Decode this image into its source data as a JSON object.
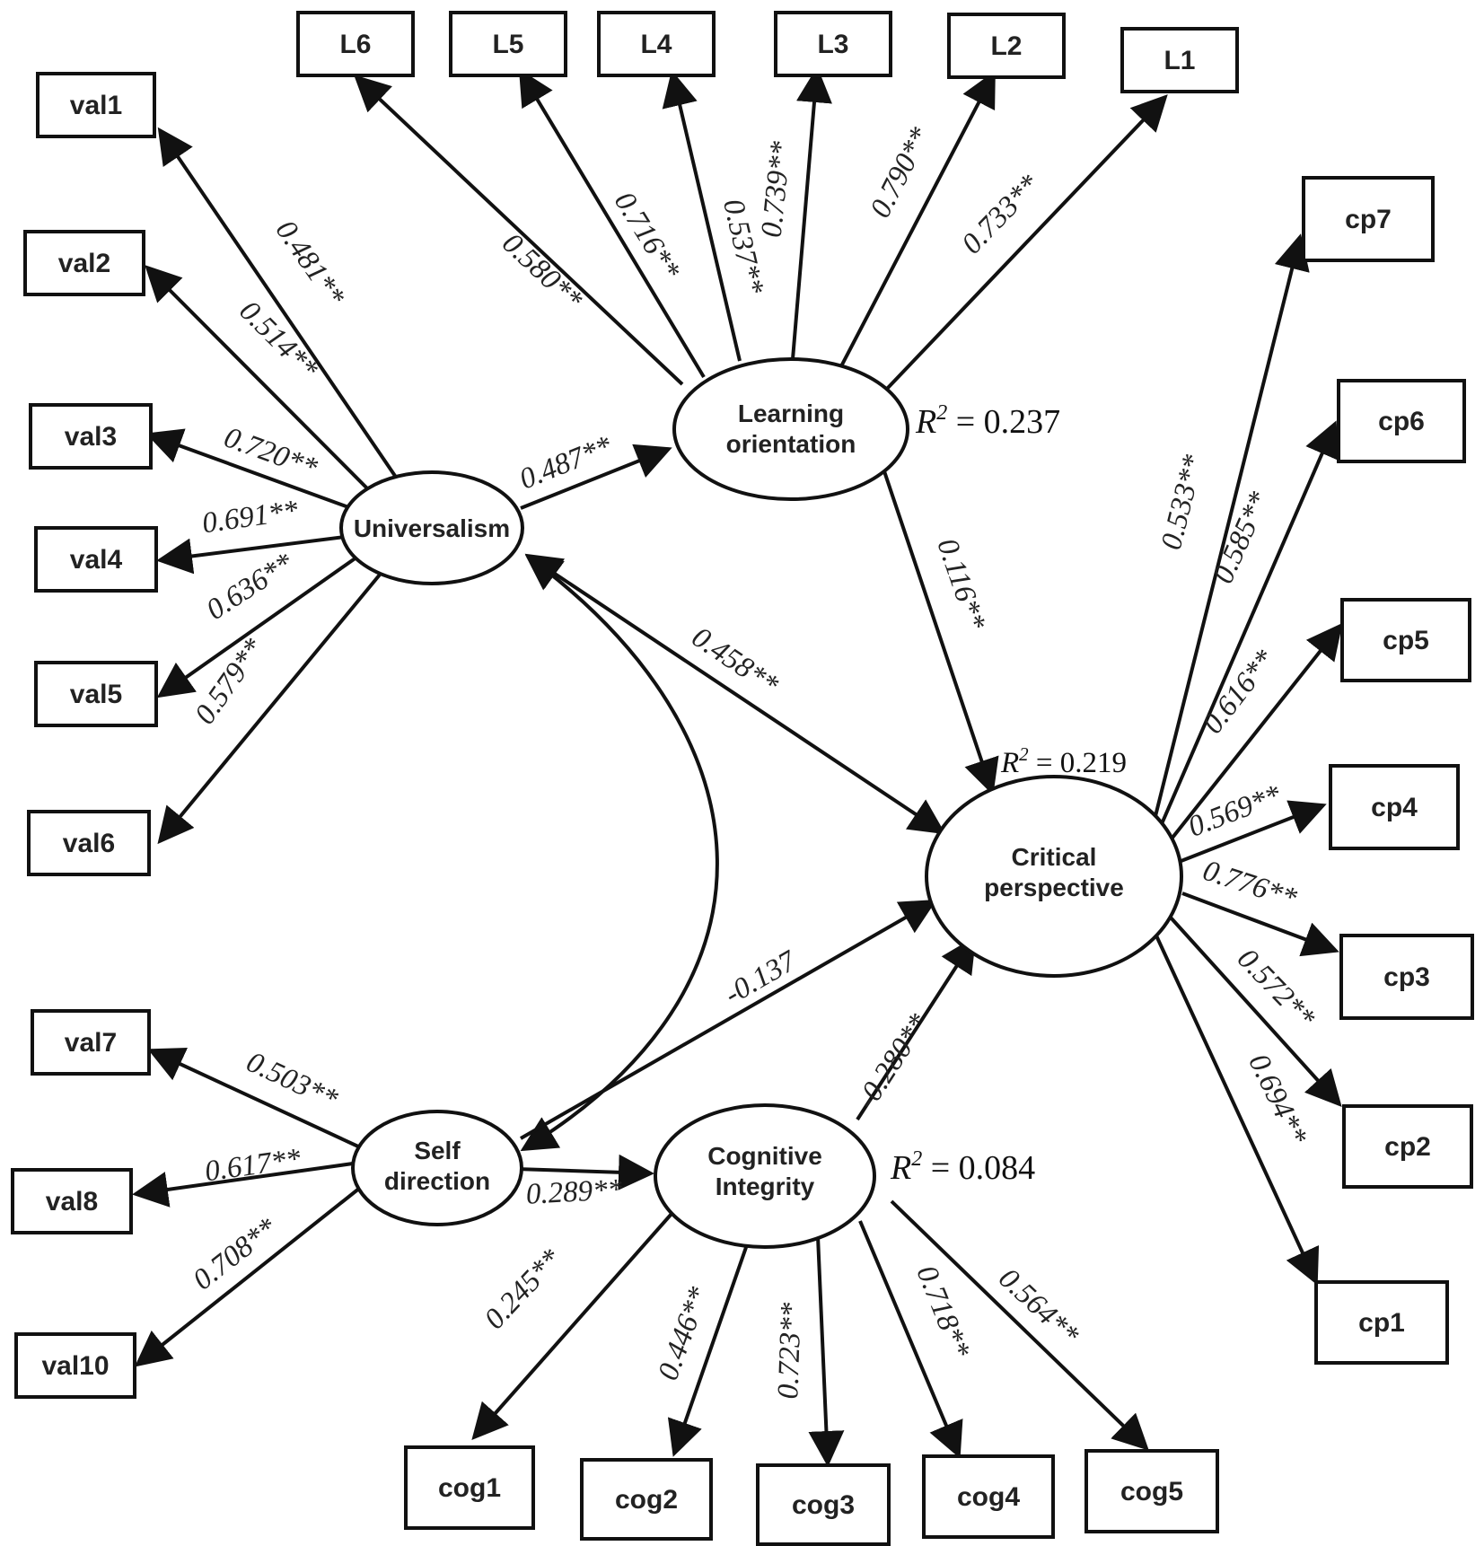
{
  "indicators": {
    "L1": "L1",
    "L2": "L2",
    "L3": "L3",
    "L4": "L4",
    "L5": "L5",
    "L6": "L6",
    "val1": "val1",
    "val2": "val2",
    "val3": "val3",
    "val4": "val4",
    "val5": "val5",
    "val6": "val6",
    "val7": "val7",
    "val8": "val8",
    "val10": "val10",
    "cp1": "cp1",
    "cp2": "cp2",
    "cp3": "cp3",
    "cp4": "cp4",
    "cp5": "cp5",
    "cp6": "cp6",
    "cp7": "cp7",
    "cog1": "cog1",
    "cog2": "cog2",
    "cog3": "cog3",
    "cog4": "cog4",
    "cog5": "cog5"
  },
  "constructs": {
    "universalism": [
      "Universalism"
    ],
    "learning_orientation": [
      "Learning",
      "orientation"
    ],
    "critical_perspective": [
      "Critical",
      "perspective"
    ],
    "self_direction": [
      "Self",
      "direction"
    ],
    "cognitive_integrity": [
      "Cognitive",
      "Integrity"
    ]
  },
  "loadings": {
    "L1": "0.733**",
    "L2": "0.790**",
    "L3": "0.739**",
    "L4": "0.537**",
    "L5": "0.716**",
    "L6": "0.580**",
    "val1": "0.481**",
    "val2": "0.514**",
    "val3": "0.720**",
    "val4": "0.691**",
    "val5": "0.636**",
    "val6": "0.579**",
    "val7": "0.503**",
    "val8": "0.617**",
    "val10": "0.708**",
    "cp1": "0.694**",
    "cp2": "0.572**",
    "cp3": "0.776**",
    "cp4": "0.569**",
    "cp5": "0.616**",
    "cp6": "0.585**",
    "cp7": "0.533**",
    "cog1": "0.245**",
    "cog2": "0.446**",
    "cog3": "0.723**",
    "cog4": "0.718**",
    "cog5": "0.564**"
  },
  "paths": {
    "universalism_learning": "0.487**",
    "learning_critical": "0.116**",
    "universalism_critical": "0.458**",
    "self_critical": "-0.137",
    "cognitive_critical": "-0.280**",
    "self_cognitive": "0.289**"
  },
  "r_squared": {
    "learning_orientation": "0.237",
    "critical_perspective": "0.219",
    "cognitive_integrity": "0.084"
  },
  "r_squared_symbol": {
    "base": "R",
    "exp": "2",
    "eq": " = "
  }
}
